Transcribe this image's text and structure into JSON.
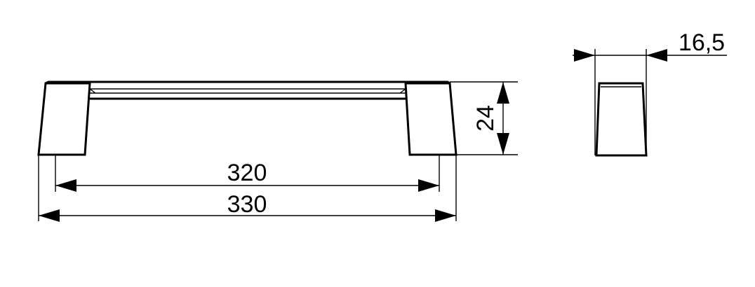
{
  "dimensions": {
    "hole_spacing": "320",
    "overall_length": "330",
    "height": "24",
    "width": "16,5"
  },
  "colors": {
    "line": "#000000",
    "background": "#ffffff"
  }
}
